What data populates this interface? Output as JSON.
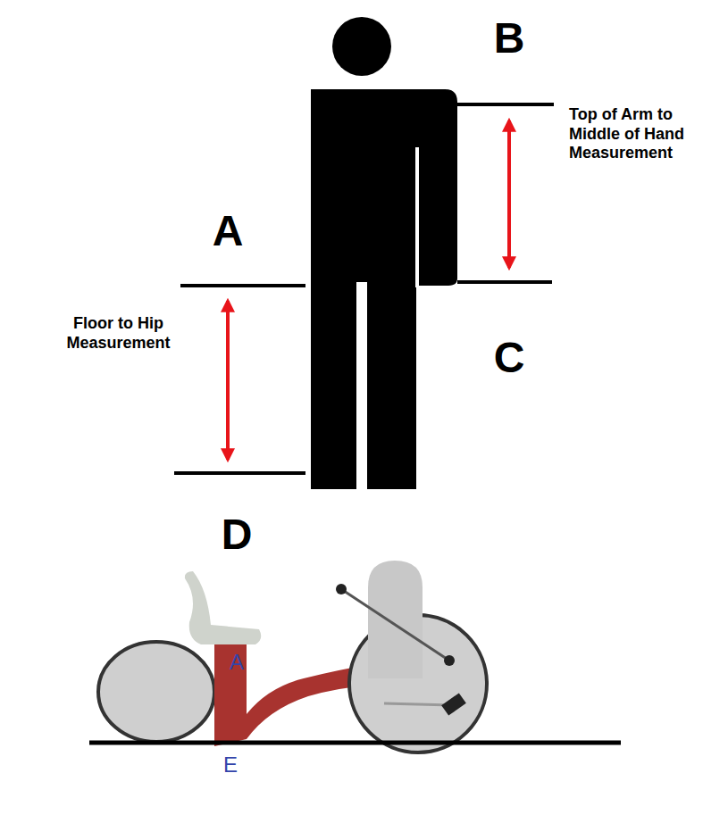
{
  "diagram": {
    "labels": [
      "B",
      "Top of Arm to Middle of Hand Measurement",
      "A",
      "Floor to Hip Measurement",
      "C",
      "D",
      "A",
      "E"
    ]
  }
}
